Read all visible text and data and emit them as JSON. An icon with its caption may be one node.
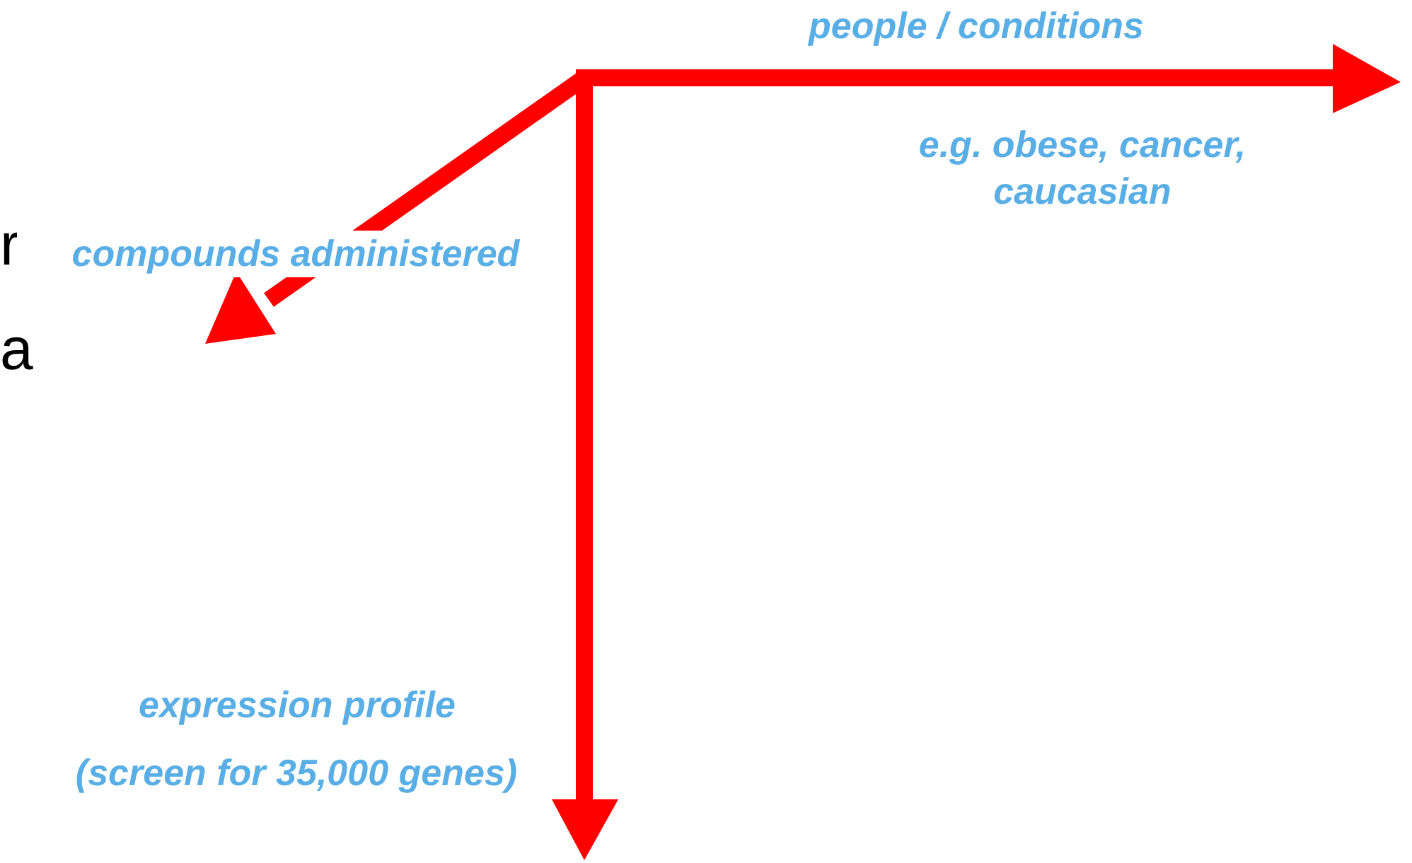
{
  "diagram": {
    "labels": [
      "people / conditions",
      "e.g. obese, cancer, caucasian",
      "r",
      "compounds administered",
      "a",
      "expression profile",
      "(screen for 35,000 genes)"
    ]
  }
}
